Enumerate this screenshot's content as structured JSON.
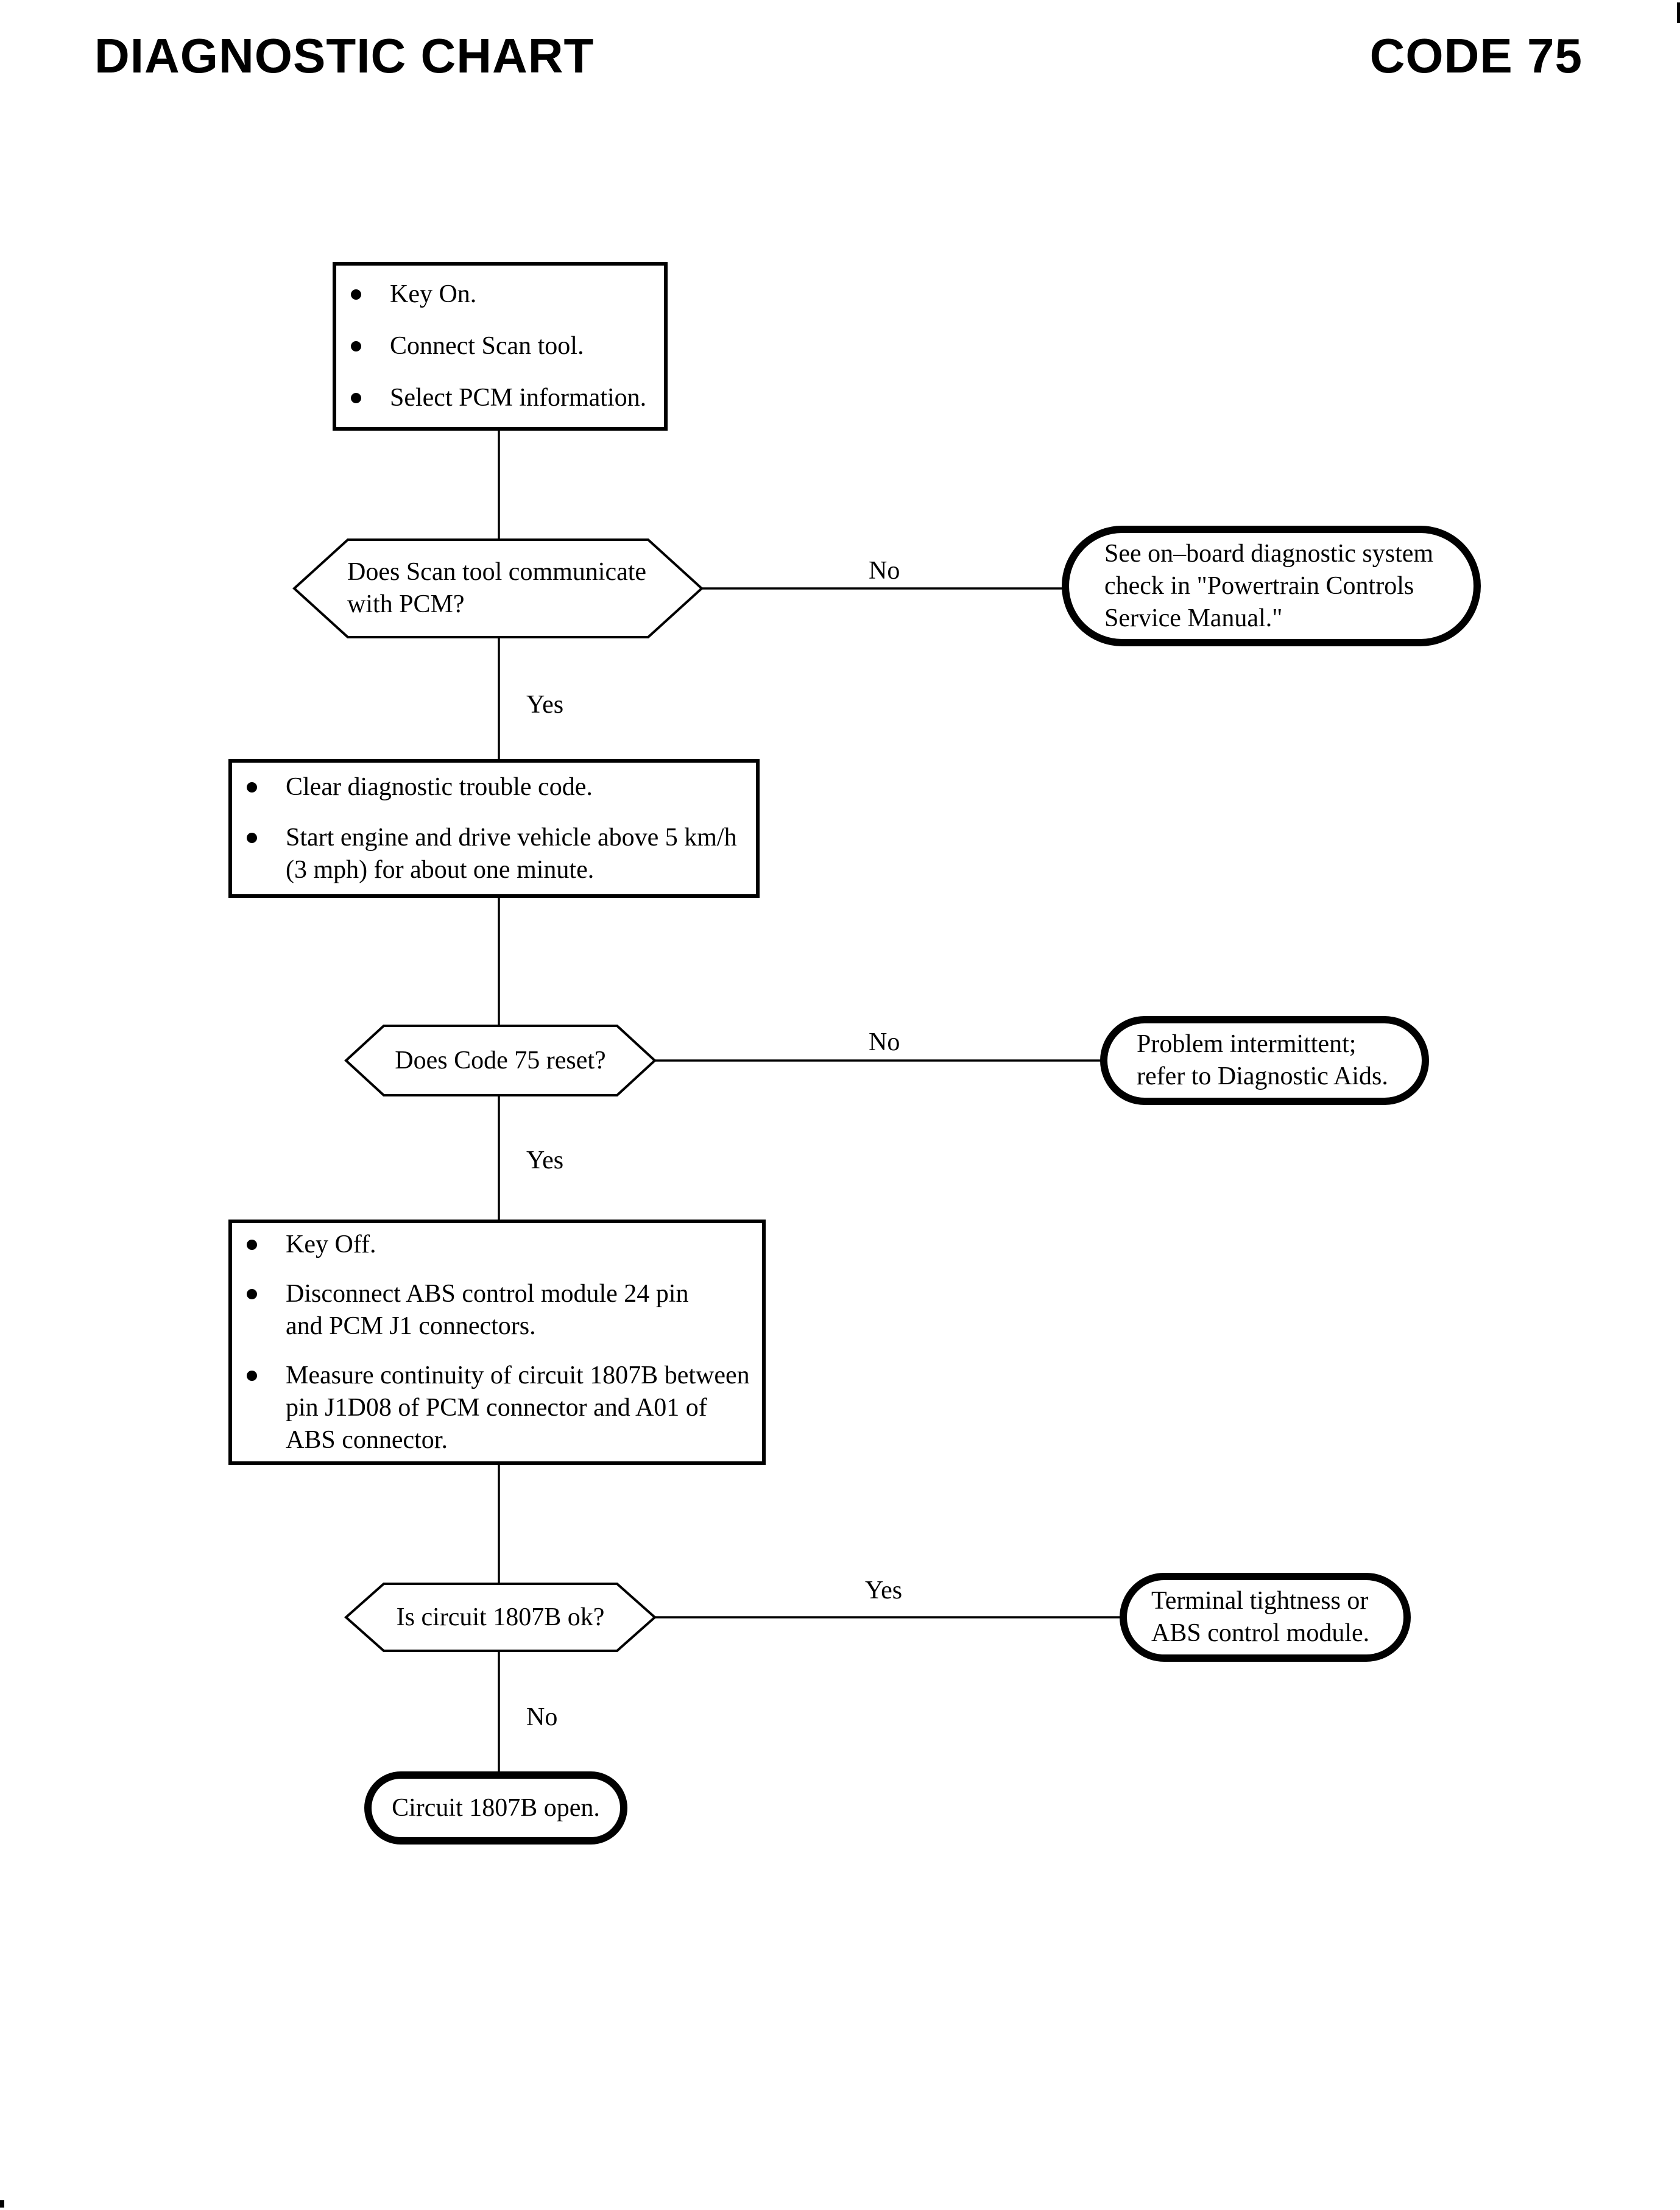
{
  "header": {
    "left_title": "DIAGNOSTIC CHART",
    "right_title": "CODE 75"
  },
  "labels": {
    "yes": "Yes",
    "no": "No"
  },
  "flowchart": {
    "step1": {
      "items": [
        "Key On.",
        "Connect Scan tool.",
        "Select PCM information."
      ]
    },
    "decision1": {
      "question": "Does Scan tool communicate\nwith PCM?"
    },
    "result1": {
      "text": "See on–board diagnostic system\ncheck in \"Powertrain Controls\nService Manual.\""
    },
    "step2": {
      "items": [
        "Clear diagnostic trouble code.",
        "Start engine and drive vehicle above 5 km/h\n(3 mph) for about one minute."
      ]
    },
    "decision2": {
      "question": "Does Code 75 reset?"
    },
    "result2": {
      "text": "Problem intermittent;\nrefer to Diagnostic Aids."
    },
    "step3": {
      "items": [
        "Key Off.",
        "Disconnect ABS control module 24 pin\nand PCM J1 connectors.",
        "Measure continuity of circuit 1807B between\npin J1D08 of PCM connector and A01 of\nABS connector."
      ]
    },
    "decision3": {
      "question": "Is circuit 1807B ok?"
    },
    "result3": {
      "text": "Terminal tightness or\nABS control module."
    },
    "result4": {
      "text": "Circuit 1807B open."
    }
  }
}
